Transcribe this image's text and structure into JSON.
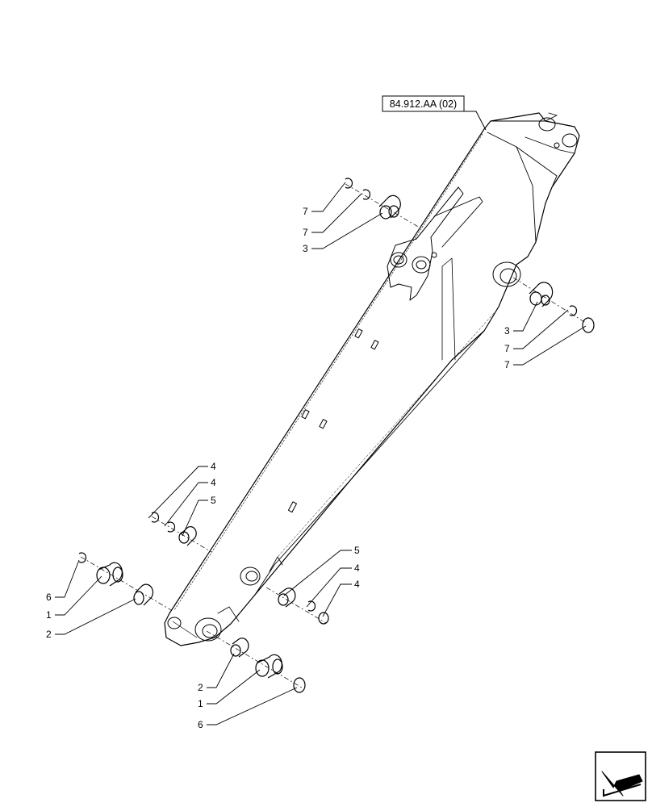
{
  "reference": "84.912.AA (02)",
  "callouts": [
    "7",
    "7",
    "3",
    "3",
    "7",
    "7",
    "4",
    "4",
    "5",
    "6",
    "1",
    "2",
    "5",
    "4",
    "4",
    "2",
    "1",
    "6"
  ],
  "nav_icon": "arrow-icon"
}
